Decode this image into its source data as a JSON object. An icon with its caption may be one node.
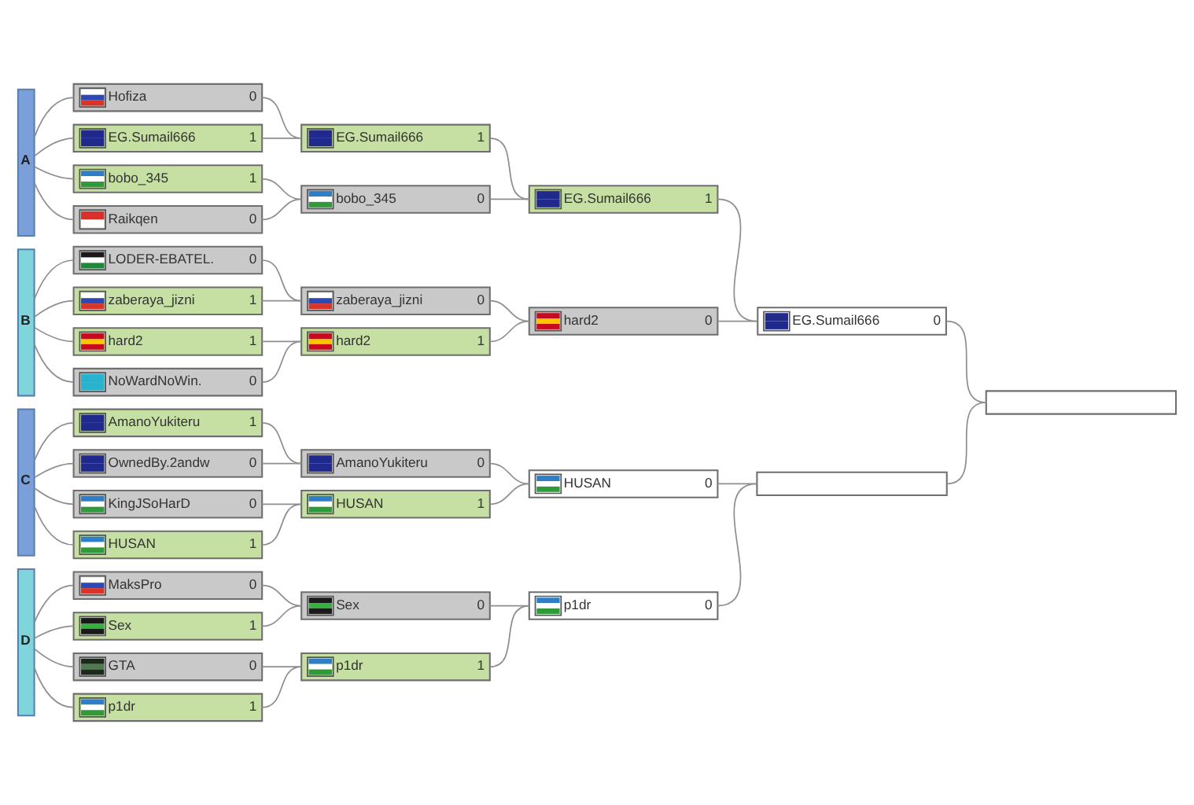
{
  "diagram": {
    "nodes": [
      {
        "text": [
          "A"
        ]
      },
      {
        "text": [
          "Hofiza",
          "0"
        ]
      },
      {
        "text": [
          "EG.Sumail666",
          "1"
        ]
      },
      {
        "text": [
          "bobo_345",
          "1"
        ]
      },
      {
        "text": [
          "Raikqen",
          "0"
        ]
      },
      {
        "text": [
          "B"
        ]
      },
      {
        "text": [
          "LODER-EBATEL.",
          "0"
        ]
      },
      {
        "text": [
          "zaberaya_jizni",
          "1"
        ]
      },
      {
        "text": [
          "hard2",
          "1"
        ]
      },
      {
        "text": [
          "NoWardNoWin.",
          "0"
        ]
      },
      {
        "text": [
          "C"
        ]
      },
      {
        "text": [
          "AmanoYukiteru",
          "1"
        ]
      },
      {
        "text": [
          "OwnedBy.2andw",
          "0"
        ]
      },
      {
        "text": [
          "KingJSoHarD",
          "0"
        ]
      },
      {
        "text": [
          "HUSAN",
          "1"
        ]
      },
      {
        "text": [
          "D"
        ]
      },
      {
        "text": [
          "MaksPro",
          "0"
        ]
      },
      {
        "text": [
          "Sex",
          "1"
        ]
      },
      {
        "text": [
          "GTA",
          "0"
        ]
      },
      {
        "text": [
          "p1dr",
          "1"
        ]
      },
      {
        "text": [
          "EG.Sumail666",
          "1"
        ]
      },
      {
        "text": [
          "bobo_345",
          "0"
        ]
      },
      {
        "text": [
          "zaberaya_jizni",
          "0"
        ]
      },
      {
        "text": [
          "hard2",
          "1"
        ]
      },
      {
        "text": [
          "AmanoYukiteru",
          "0"
        ]
      },
      {
        "text": [
          "HUSAN",
          "1"
        ]
      },
      {
        "text": [
          "Sex",
          "0"
        ]
      },
      {
        "text": [
          "p1dr",
          "1"
        ]
      },
      {
        "text": [
          "EG.Sumail666",
          "1"
        ]
      },
      {
        "text": [
          "hard2",
          "0"
        ]
      },
      {
        "text": [
          "HUSAN",
          "0"
        ]
      },
      {
        "text": [
          "p1dr",
          "0"
        ]
      },
      {
        "text": [
          "EG.Sumail666",
          "0"
        ]
      },
      {
        "text": [],
        "shape": "box"
      },
      {
        "text": [],
        "shape": "box"
      }
    ],
    "edges": [
      {
        "from": 0,
        "to": 1,
        "arrow": "none"
      },
      {
        "from": 0,
        "to": 2,
        "arrow": "none"
      },
      {
        "from": 0,
        "to": 3,
        "arrow": "none"
      },
      {
        "from": 0,
        "to": 4,
        "arrow": "none"
      },
      {
        "from": 5,
        "to": 6,
        "arrow": "none"
      },
      {
        "from": 5,
        "to": 7,
        "arrow": "none"
      },
      {
        "from": 5,
        "to": 8,
        "arrow": "none"
      },
      {
        "from": 5,
        "to": 9,
        "arrow": "none"
      },
      {
        "from": 10,
        "to": 11,
        "arrow": "none"
      },
      {
        "from": 10,
        "to": 12,
        "arrow": "none"
      },
      {
        "from": 10,
        "to": 13,
        "arrow": "none"
      },
      {
        "from": 10,
        "to": 14,
        "arrow": "none"
      },
      {
        "from": 15,
        "to": 16,
        "arrow": "none"
      },
      {
        "from": 15,
        "to": 17,
        "arrow": "none"
      },
      {
        "from": 15,
        "to": 18,
        "arrow": "none"
      },
      {
        "from": 15,
        "to": 19,
        "arrow": "none"
      },
      {
        "from": 1,
        "to": 20,
        "arrow": "none"
      },
      {
        "from": 2,
        "to": 20,
        "arrow": "none"
      },
      {
        "from": 3,
        "to": 21,
        "arrow": "none"
      },
      {
        "from": 4,
        "to": 21,
        "arrow": "none"
      },
      {
        "from": 6,
        "to": 22,
        "arrow": "none"
      },
      {
        "from": 7,
        "to": 22,
        "arrow": "none"
      },
      {
        "from": 8,
        "to": 23,
        "arrow": "none"
      },
      {
        "from": 9,
        "to": 23,
        "arrow": "none"
      },
      {
        "from": 11,
        "to": 24,
        "arrow": "none"
      },
      {
        "from": 12,
        "to": 24,
        "arrow": "none"
      },
      {
        "from": 13,
        "to": 25,
        "arrow": "none"
      },
      {
        "from": 14,
        "to": 25,
        "arrow": "none"
      },
      {
        "from": 16,
        "to": 26,
        "arrow": "none"
      },
      {
        "from": 17,
        "to": 26,
        "arrow": "none"
      },
      {
        "from": 18,
        "to": 27,
        "arrow": "none"
      },
      {
        "from": 19,
        "to": 27,
        "arrow": "none"
      },
      {
        "from": 20,
        "to": 28,
        "arrow": "none"
      },
      {
        "from": 21,
        "to": 28,
        "arrow": "none"
      },
      {
        "from": 22,
        "to": 29,
        "arrow": "none"
      },
      {
        "from": 23,
        "to": 29,
        "arrow": "none"
      },
      {
        "from": 24,
        "to": 30,
        "arrow": "none"
      },
      {
        "from": 25,
        "to": 30,
        "arrow": "none"
      },
      {
        "from": 26,
        "to": 31,
        "arrow": "none"
      },
      {
        "from": 27,
        "to": 31,
        "arrow": "none"
      },
      {
        "from": 28,
        "to": 32,
        "arrow": "none"
      },
      {
        "from": 29,
        "to": 32,
        "arrow": "none"
      },
      {
        "from": 30,
        "to": 33,
        "arrow": "none"
      },
      {
        "from": 31,
        "to": 33,
        "arrow": "none"
      },
      {
        "from": 32,
        "to": 34,
        "arrow": "none"
      },
      {
        "from": 33,
        "to": 34,
        "arrow": "none"
      }
    ]
  }
}
